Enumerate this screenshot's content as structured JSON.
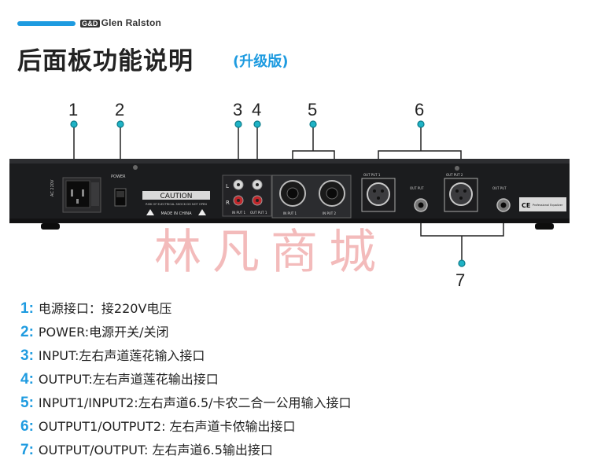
{
  "header": {
    "brand": "Glen Ralston",
    "brand_logo": "G&D",
    "title": "后面板功能说明",
    "subtitle": "(升级版)"
  },
  "callouts": [
    "1",
    "2",
    "3",
    "4",
    "5",
    "6",
    "7"
  ],
  "panel": {
    "ac_label": "AC 220V",
    "power_label": "POWER",
    "caution": "CAUTION",
    "caution_note": "RISK OF ELECTRICAL SHOCK DO NOT OPEN",
    "made_in": "MADE IN CHINA",
    "rca_l": "L",
    "rca_r": "R",
    "rca_in": "IN PUT 1",
    "rca_out": "OUT PUT 1",
    "in1": "IN PUT 1",
    "in2": "IN PUT 2",
    "out1": "OUT PUT 1",
    "out2": "OUT PUT 2",
    "outjack1": "OUT PUT",
    "outjack2": "OUT PUT",
    "ce": "CE",
    "pro_label": "Professional Equalizer"
  },
  "watermark": "林凡商城",
  "colors": {
    "accent": "#1e9be0",
    "callout_dot": "#1fb3c6"
  },
  "legend": [
    {
      "num": "1:",
      "text": "电源接口：接220V电压"
    },
    {
      "num": "2:",
      "text": "POWER:电源开关/关闭"
    },
    {
      "num": "3:",
      "text": "INPUT:左右声道莲花输入接口"
    },
    {
      "num": "4:",
      "text": "OUTPUT:左右声道莲花输出接口"
    },
    {
      "num": "5:",
      "text": "INPUT1/INPUT2:左右声道6.5/卡农二合一公用输入接口"
    },
    {
      "num": "6:",
      "text": "OUTPUT1/OUTPUT2:  左右声道卡侬输出接口"
    },
    {
      "num": "7:",
      "text": "OUTPUT/OUTPUT:  左右声道6.5输出接口"
    }
  ]
}
